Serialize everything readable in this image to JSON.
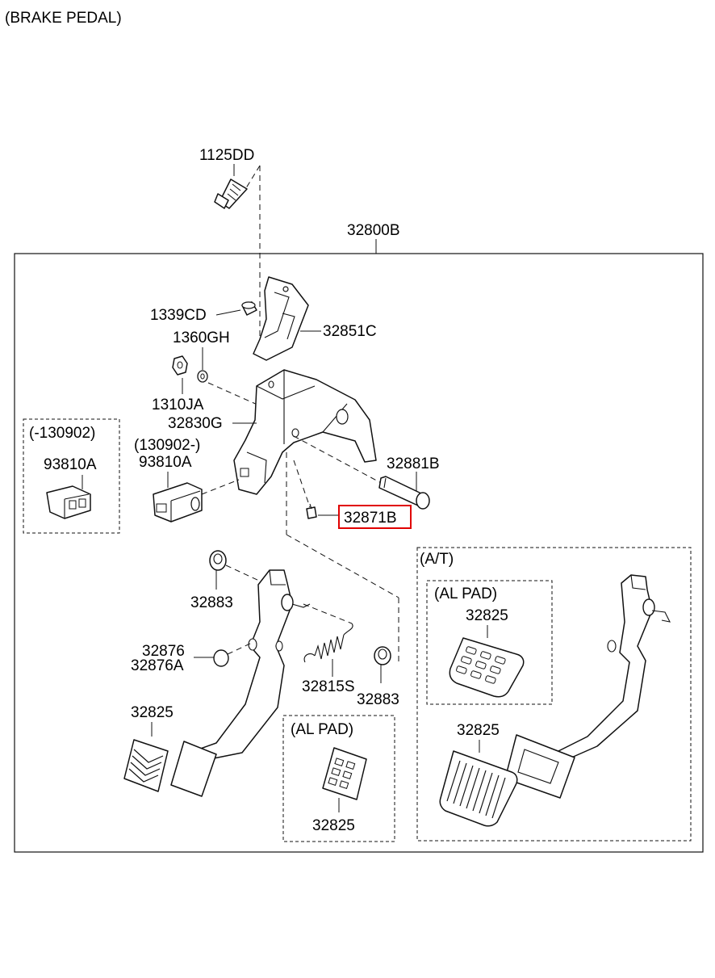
{
  "title": "(BRAKE PEDAL)",
  "assembly": "32800B",
  "groups": {
    "early": "(-130902)",
    "late": "(130902-)",
    "al_pad_mt": "(AL PAD)",
    "at": "(A/T)",
    "al_pad_at": "(AL PAD)"
  },
  "parts": {
    "bolt": "1125DD",
    "nut_flange": "1339CD",
    "washer": "1360GH",
    "nut": "1310JA",
    "bracket_upper": "32851C",
    "member": "32830G",
    "switch_early": "93810A",
    "switch_late": "93810A",
    "pin": "32881B",
    "bolt_small": "32871B",
    "bushing_left": "32883",
    "bushing_right": "32883",
    "stopper_a": "32876",
    "stopper_b": "32876A",
    "spring": "32815S",
    "pad_mt": "32825",
    "pad_al_mt": "32825",
    "pad_al_at": "32825",
    "pad_at": "32825"
  },
  "highlight": {
    "part": "32871B",
    "color": "#e00000"
  }
}
